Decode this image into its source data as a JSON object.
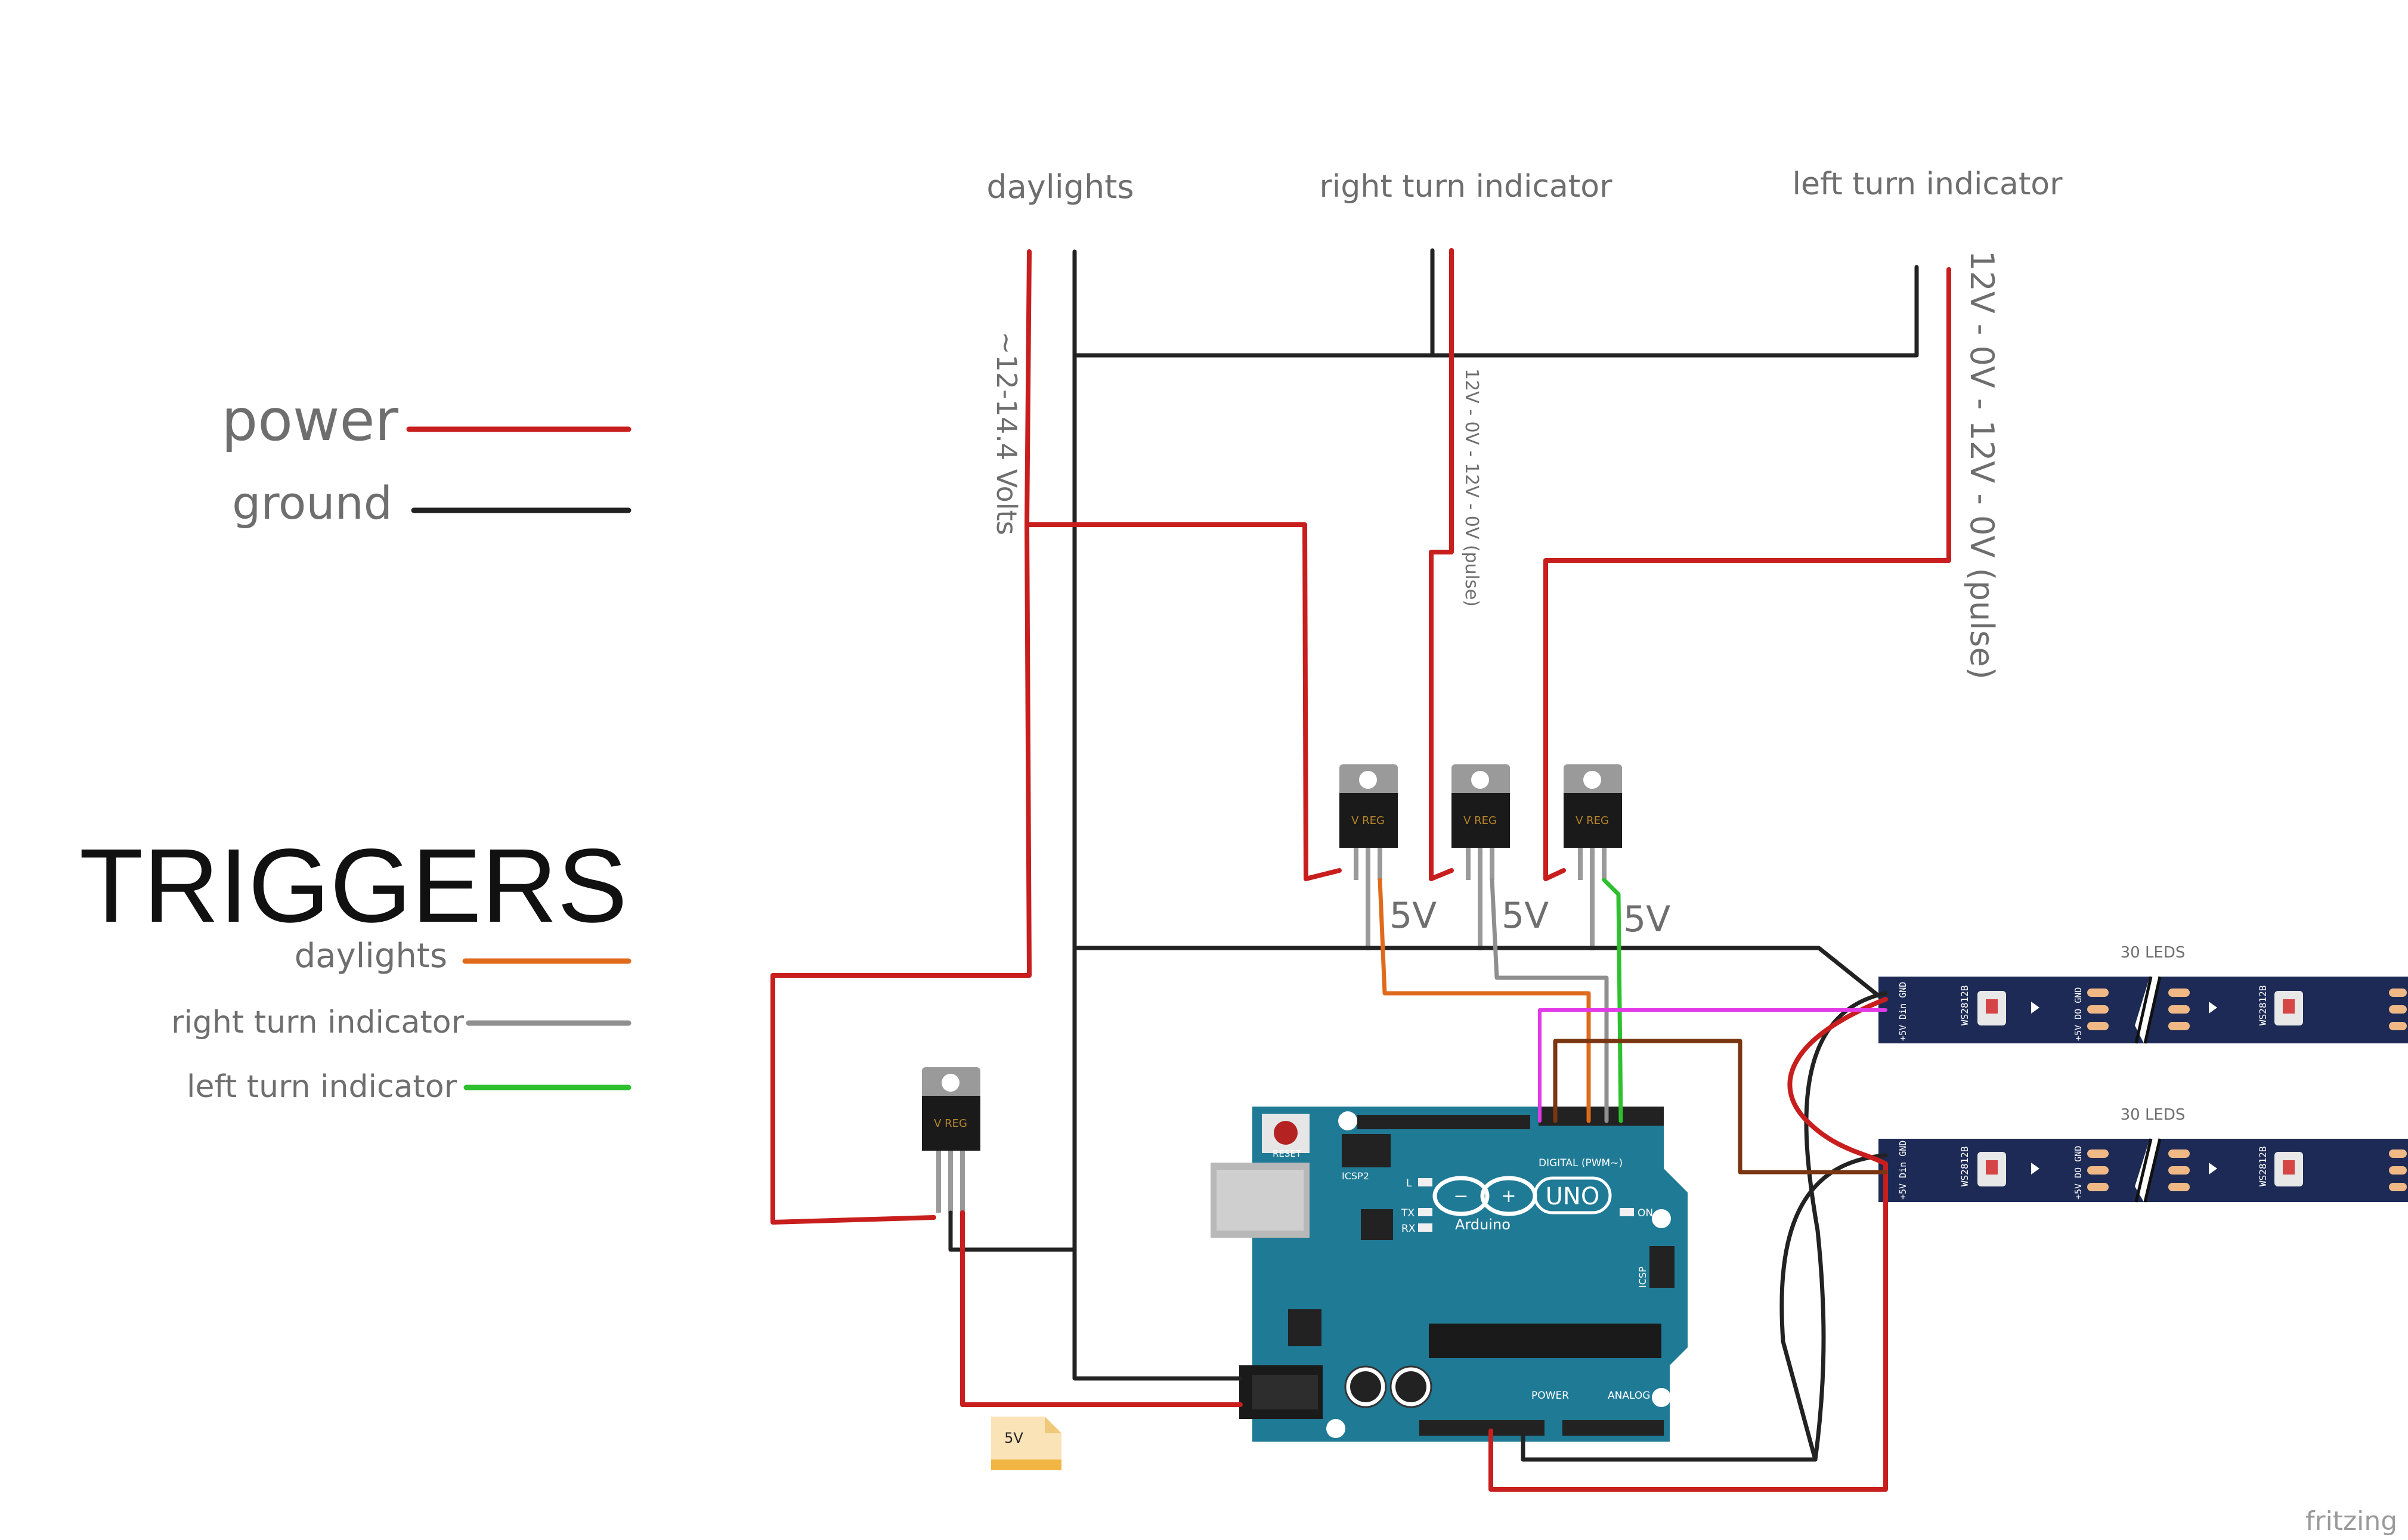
{
  "colors": {
    "power": "#c81e1e",
    "ground": "#222222",
    "daylights": "#e06a1c",
    "right_turn": "#8f8f8f",
    "left_turn": "#2fc02f",
    "magenta": "#e23ae6",
    "brown": "#7a3511",
    "arduino": "#1f7a96",
    "led_strip": "#1c2a55"
  },
  "inputs": {
    "daylights": "daylights",
    "right_turn": "right turn indicator",
    "left_turn": "left turn indicator"
  },
  "annotations": {
    "voltage": "~12-14.4 Volts",
    "pulse_right": "12V - 0V - 12V - 0V (pulse)",
    "pulse_left": "12V - 0V - 12V - 0V (pulse)",
    "five_v": "5V",
    "battery": "5V"
  },
  "legend": {
    "power": "power",
    "ground": "ground"
  },
  "triggers": {
    "title": "TRIGGERS",
    "daylights": "daylights",
    "right_turn": "right turn indicator",
    "left_turn": "left turn indicator"
  },
  "regulator": {
    "label": "V REG"
  },
  "led_strips": {
    "label": "30 LEDS",
    "chip": "WS2812B",
    "pins": "+5V Din GND",
    "pins_out": "+5V DO GND"
  },
  "arduino": {
    "brand": "Arduino",
    "model": "UNO",
    "reset": "RESET",
    "icsp2": "ICSP2",
    "icsp": "ICSP",
    "digital": "DIGITAL (PWM~)",
    "power": "POWER",
    "analog": "ANALOG IN",
    "led_l": "L",
    "led_tx": "TX",
    "led_rx": "RX",
    "led_on": "ON"
  },
  "watermark": "fritzing"
}
